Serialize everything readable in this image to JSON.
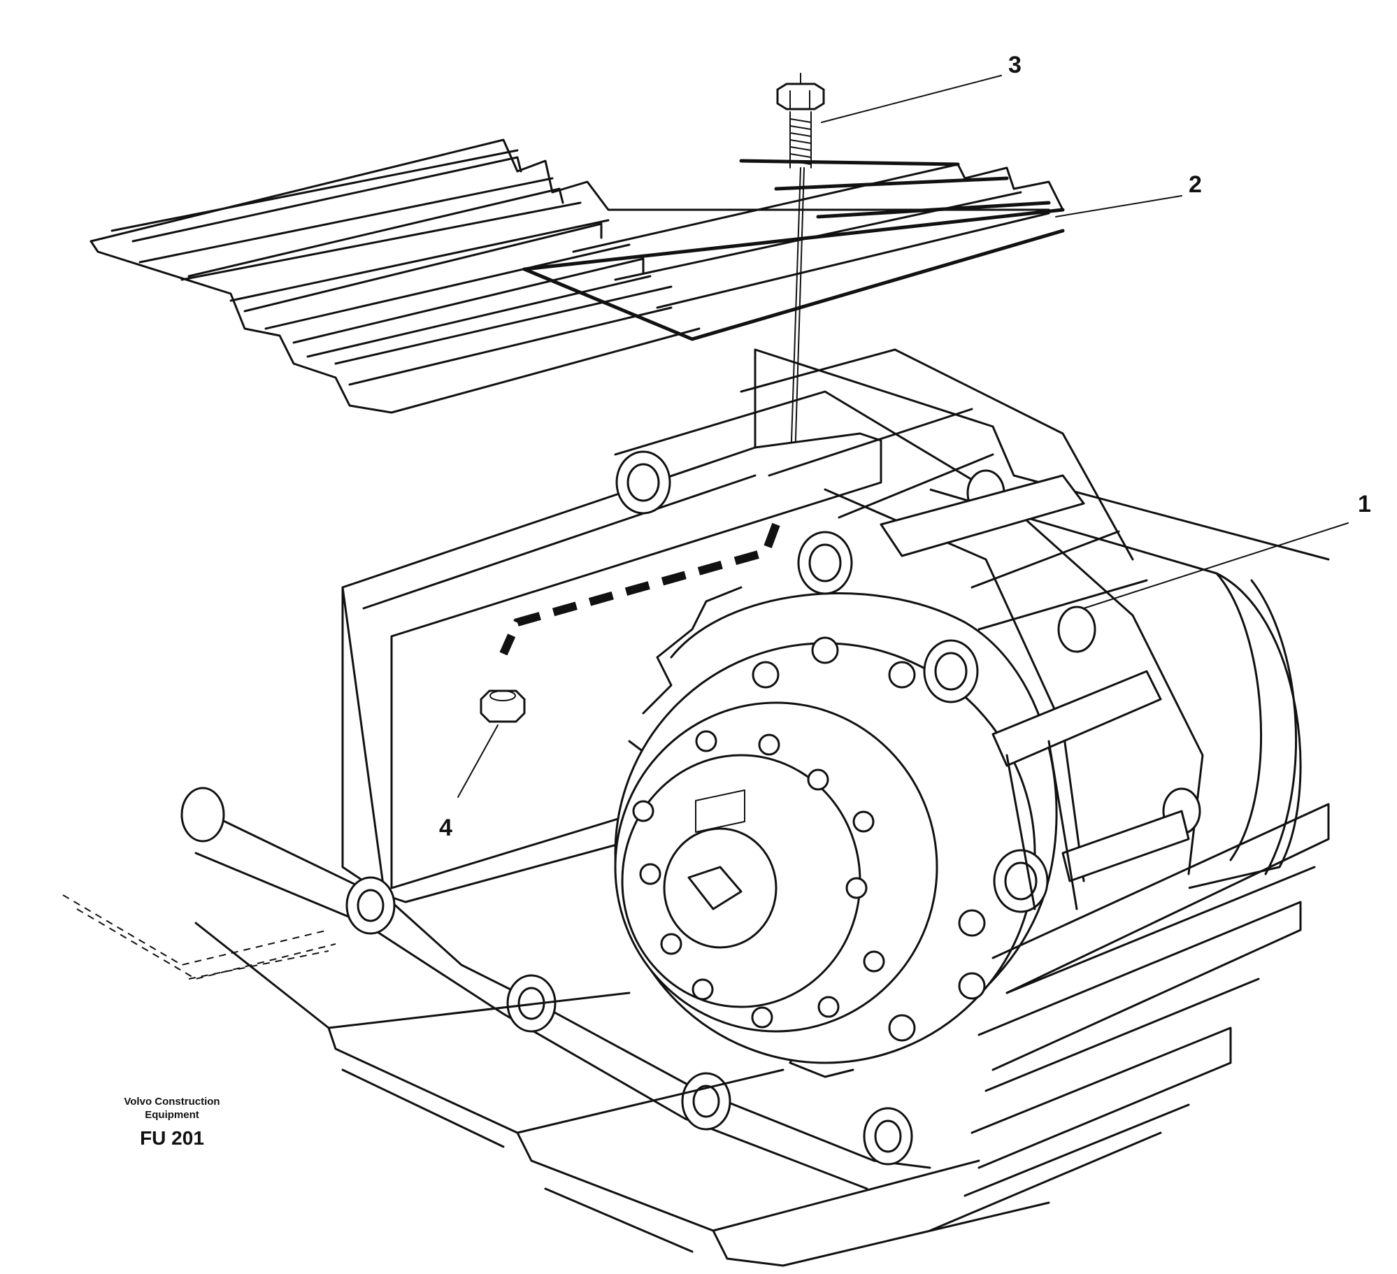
{
  "callouts": [
    {
      "label": "1"
    },
    {
      "label": "2"
    },
    {
      "label": "3"
    },
    {
      "label": "4"
    }
  ],
  "stamp": {
    "company": "Volvo Construction Equipment",
    "code": "FU 201"
  }
}
